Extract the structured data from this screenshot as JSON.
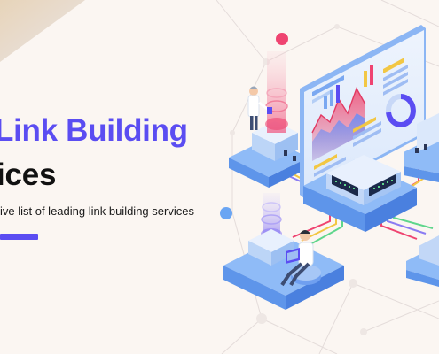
{
  "hero": {
    "title_line1": "Link Building",
    "title_line2": "ices",
    "subtitle": "ive list of leading link building services"
  },
  "colors": {
    "background": "#fbf6f2",
    "accent": "#5b4df2",
    "title_dark": "#111111",
    "platform_blue": "#6aa5f3",
    "monitor_blue": "#7fb1f7",
    "chart_red": "#ea4b77",
    "chart_blue": "#5b4df2",
    "highlight_yellow": "#f2c744",
    "pink_dot": "#ef4471"
  },
  "illustration": {
    "icons": [
      "network-node-icon",
      "server-icon",
      "monitor-chart-icon",
      "scientist-icon",
      "person-laptop-icon"
    ]
  }
}
